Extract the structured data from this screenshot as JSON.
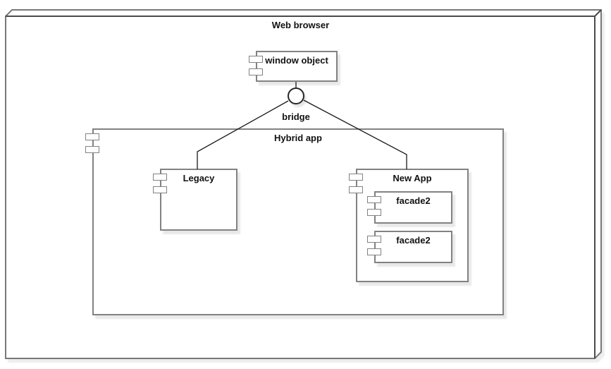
{
  "diagram": {
    "kind": "uml-component-diagram",
    "node": {
      "label": "Web browser",
      "shape": "3d-node-box"
    },
    "interface": {
      "label": "bridge",
      "shape": "ball-interface-circle"
    },
    "components": {
      "window_object": {
        "label": "window object"
      },
      "hybrid_app": {
        "label": "Hybrid app"
      },
      "legacy": {
        "label": "Legacy"
      },
      "new_app": {
        "label": "New App"
      },
      "facade2_a": {
        "label": "facade2"
      },
      "facade2_b": {
        "label": "facade2"
      }
    },
    "connections": [
      {
        "from": "window object",
        "to": "bridge"
      },
      {
        "from": "bridge",
        "to": "Legacy"
      },
      {
        "from": "bridge",
        "to": "New App"
      }
    ],
    "containment": [
      {
        "parent": "Web browser",
        "children": [
          "window object",
          "bridge",
          "Hybrid app"
        ]
      },
      {
        "parent": "Hybrid app",
        "children": [
          "Legacy",
          "New App"
        ]
      },
      {
        "parent": "New App",
        "children": [
          "facade2",
          "facade2"
        ]
      }
    ],
    "colors": {
      "background": "#ffffff",
      "component_border": "#828282",
      "node_border_outer": "#787878",
      "node_border_inner": "#4a4a4a",
      "connector": "#1a1a1a",
      "text": "#111111",
      "shadow": "rgba(0,0,0,0.09)"
    }
  }
}
